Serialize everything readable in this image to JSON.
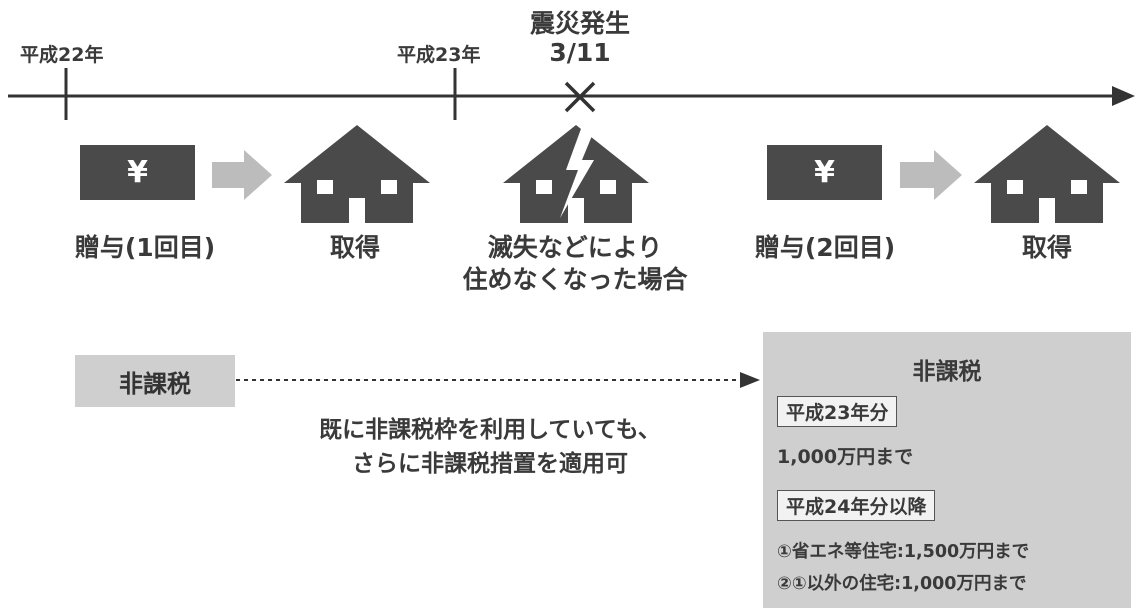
{
  "timeline": {
    "year1": "平成22年",
    "year2": "平成23年",
    "disaster_title": "震災発生",
    "disaster_date": "3/11"
  },
  "steps": {
    "yen_symbol": "¥",
    "gift1": "贈与(1回目)",
    "acquire1": "取得",
    "lost_line1": "滅失などにより",
    "lost_line2": "住めなくなった場合",
    "gift2": "贈与(2回目)",
    "acquire2": "取得"
  },
  "left_tag": "非課税",
  "note": {
    "line1": "既に非課税枠を利用していても、",
    "line2": "さらに非課税措置を適用可"
  },
  "panel": {
    "title": "非課税",
    "section1_label": "平成23年分",
    "section1_value": "1,000万円まで",
    "section2_label": "平成24年分以降",
    "item1": "①省エネ等住宅:1,500万円まで",
    "item2": "②①以外の住宅:1,000万円まで"
  },
  "colors": {
    "dark": "#4a4a4a",
    "arrow_gray": "#bcbcbc",
    "panel_gray": "#cfcfcf"
  }
}
